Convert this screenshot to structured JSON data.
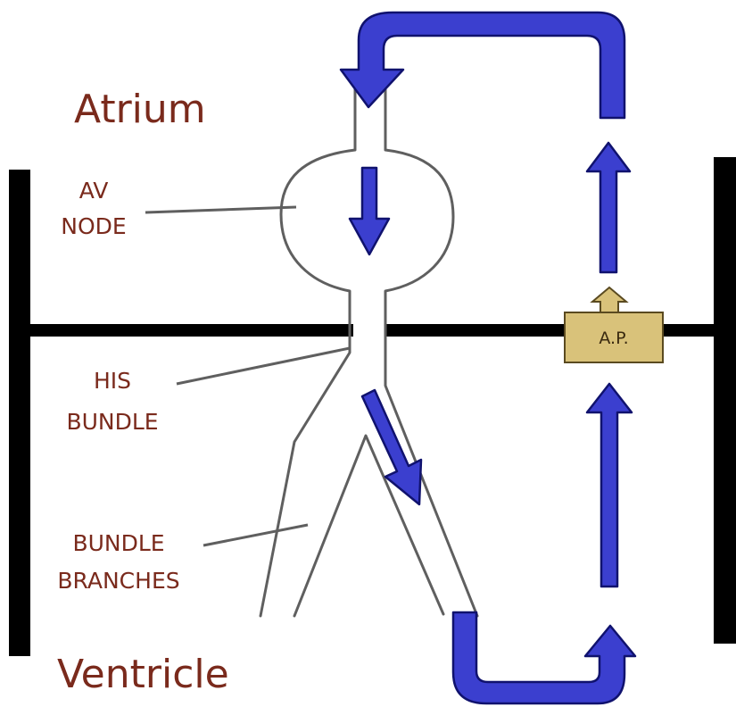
{
  "labels": {
    "atrium": "Atrium",
    "av_node": [
      "AV",
      "NODE"
    ],
    "his_bundle": [
      "HIS",
      "BUNDLE"
    ],
    "bundle_branches": [
      "BUNDLE",
      "BRANCHES"
    ],
    "ventricle": "Ventricle",
    "ap_box": "A.P."
  },
  "colors": {
    "arrow": "#3b3fcf",
    "arrow_outline": "#10126e",
    "label": "#7a2a1c",
    "ap_box": "#d9c27a",
    "barrier": "#000000",
    "conduit": "#5f5f5f"
  }
}
